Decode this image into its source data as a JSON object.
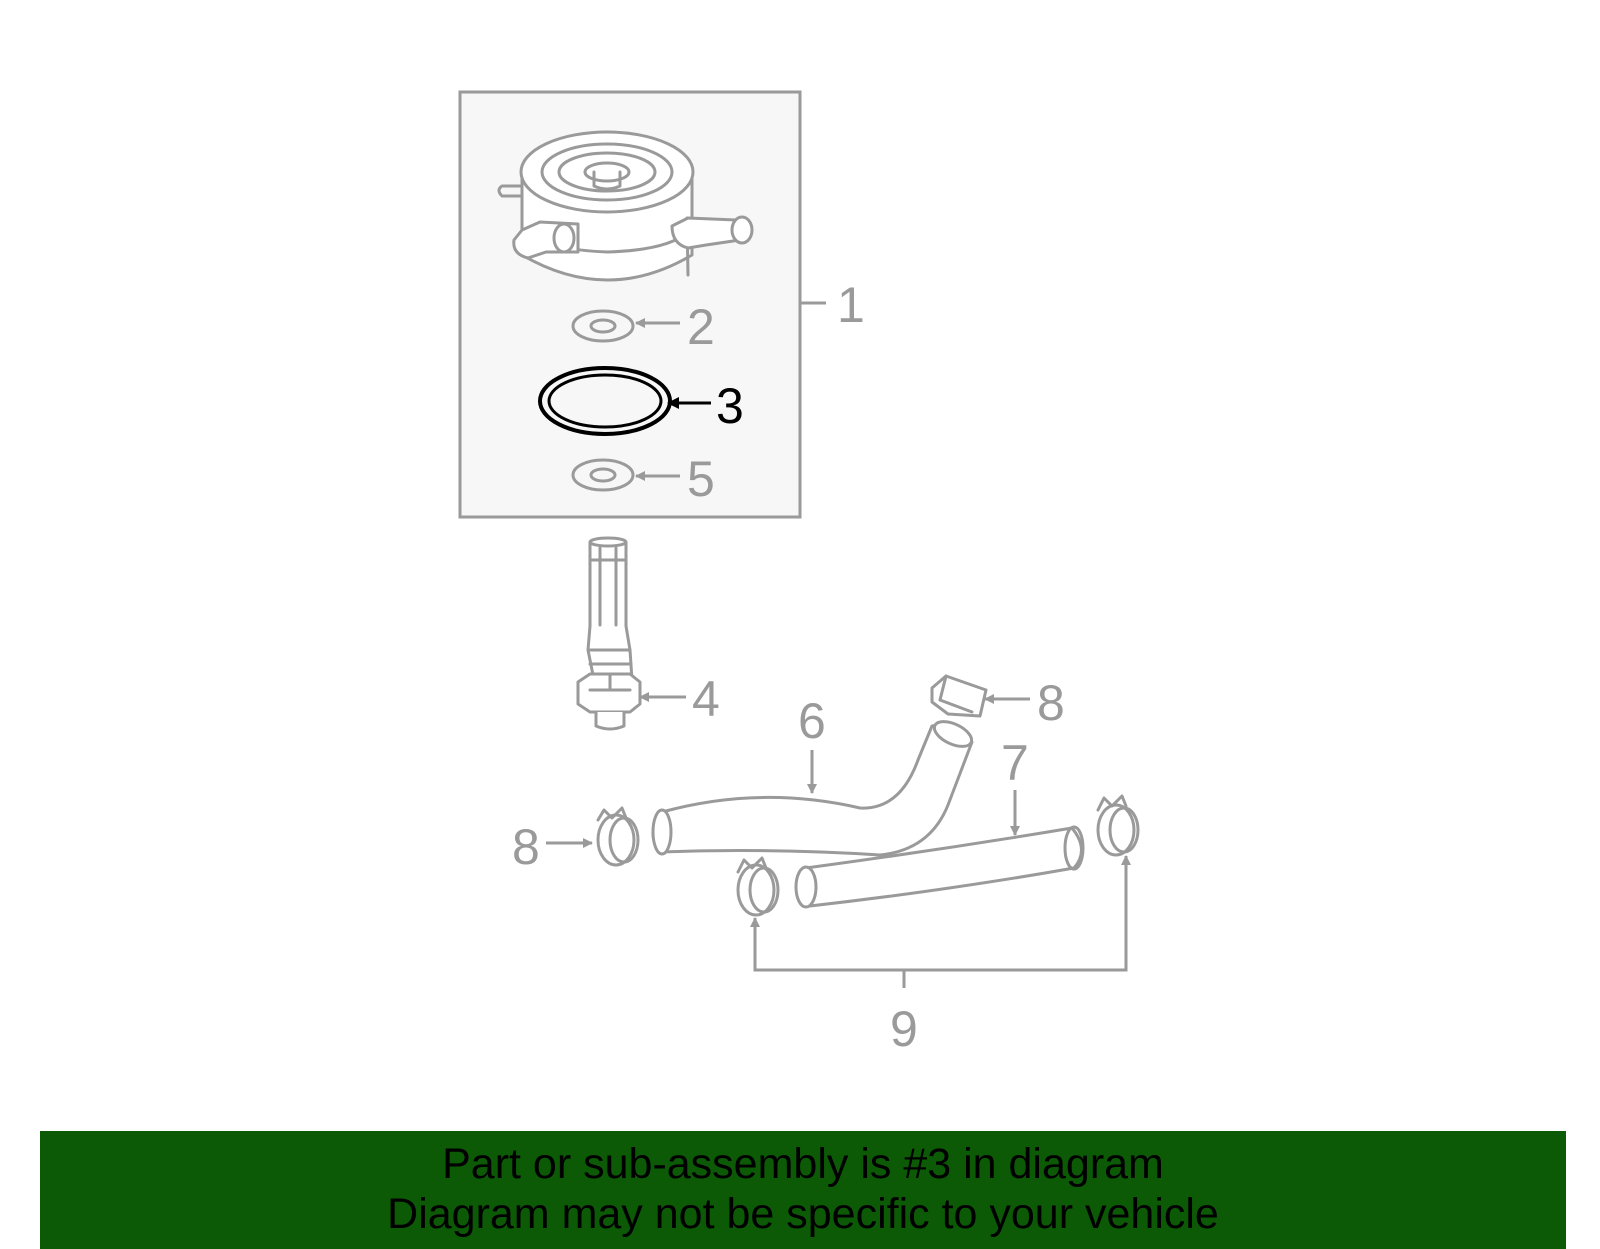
{
  "diagram": {
    "callouts": {
      "c1": "1",
      "c2": "2",
      "c3": "3",
      "c4": "4",
      "c5": "5",
      "c6": "6",
      "c7": "7",
      "c8a": "8",
      "c8b": "8",
      "c9": "9"
    },
    "highlighted_part": "3",
    "colors": {
      "line": "#9a9a9a",
      "highlight": "#000000",
      "box_fill": "#f7f7f7"
    }
  },
  "banner": {
    "line1": "Part or sub-assembly is #3 in diagram",
    "line2": "Diagram may not be specific to your vehicle",
    "background": "#0c5a06"
  }
}
